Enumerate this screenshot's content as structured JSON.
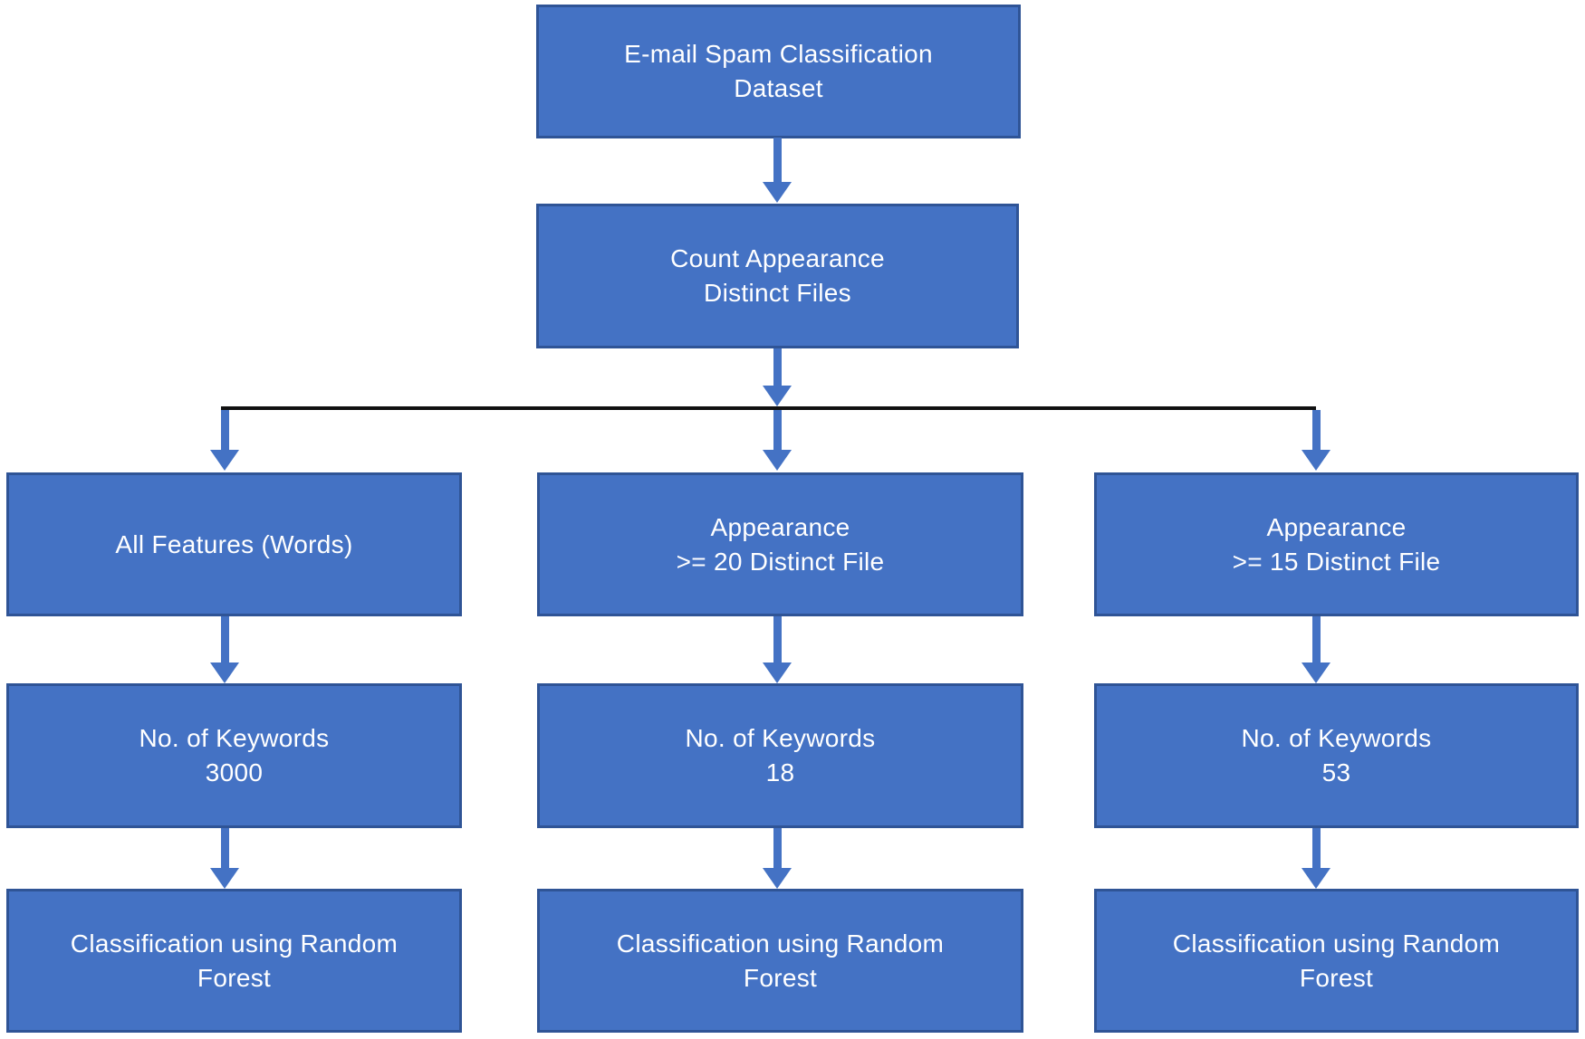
{
  "flowchart": {
    "title": "E-mail Spam Classification flowchart",
    "colors": {
      "node-fill": "#4472c4",
      "node-border": "#2f5496",
      "node-text": "#ffffff",
      "arrow": "#4472c4",
      "connector": "#111111",
      "background": "#ffffff"
    },
    "nodes": {
      "dataset": {
        "line1": "E-mail Spam Classification",
        "line2": "Dataset"
      },
      "count": {
        "line1": "Count Appearance",
        "line2": "Distinct Files"
      },
      "all_features": {
        "line1": "All Features (Words)",
        "line2": ""
      },
      "appearance_20": {
        "line1": "Appearance",
        "line2": ">= 20 Distinct File"
      },
      "appearance_15": {
        "line1": "Appearance",
        "line2": ">= 15 Distinct File"
      },
      "keywords_3000": {
        "line1": "No. of Keywords",
        "line2": "3000"
      },
      "keywords_18": {
        "line1": "No. of Keywords",
        "line2": "18"
      },
      "keywords_53": {
        "line1": "No. of Keywords",
        "line2": "53"
      },
      "classify_left": {
        "line1": "Classification using Random",
        "line2": "Forest"
      },
      "classify_mid": {
        "line1": "Classification using Random",
        "line2": "Forest"
      },
      "classify_right": {
        "line1": "Classification using Random",
        "line2": "Forest"
      }
    }
  }
}
